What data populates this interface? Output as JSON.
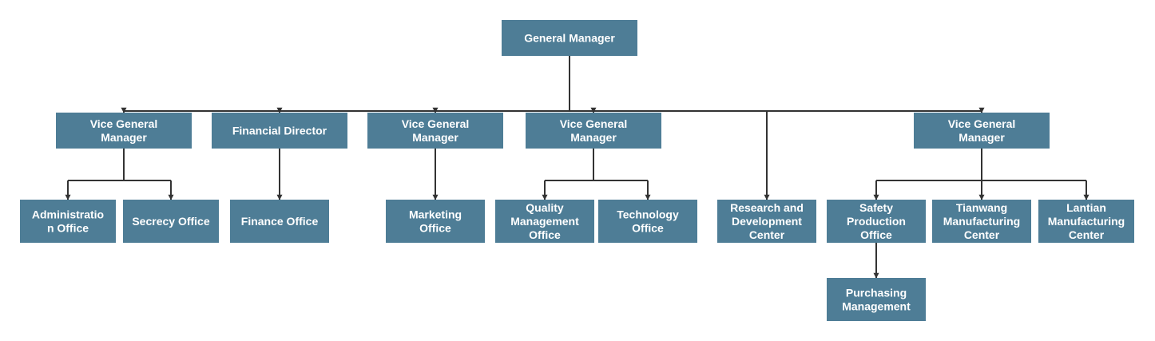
{
  "colors": {
    "node_fill": "#4e7d96",
    "node_text": "#ffffff",
    "connector": "#333333"
  },
  "chart_data": {
    "type": "org-chart",
    "nodes": [
      {
        "id": "gm",
        "lines": [
          "General Manager"
        ]
      },
      {
        "id": "vgm1",
        "lines": [
          "Vice General",
          "Manager"
        ]
      },
      {
        "id": "fd",
        "lines": [
          "Financial Director"
        ]
      },
      {
        "id": "vgm2",
        "lines": [
          "Vice General",
          "Manager"
        ]
      },
      {
        "id": "vgm3",
        "lines": [
          "Vice General",
          "Manager"
        ]
      },
      {
        "id": "rdc",
        "lines": [
          "Research and",
          "Development",
          "Center"
        ]
      },
      {
        "id": "vgm4",
        "lines": [
          "Vice General",
          "Manager"
        ]
      },
      {
        "id": "admin",
        "lines": [
          "Administratio",
          "n Office"
        ]
      },
      {
        "id": "secrecy",
        "lines": [
          "Secrecy Office"
        ]
      },
      {
        "id": "finance",
        "lines": [
          "Finance Office"
        ]
      },
      {
        "id": "marketing",
        "lines": [
          "Marketing",
          "Office"
        ]
      },
      {
        "id": "quality",
        "lines": [
          "Quality",
          "Management",
          "Office"
        ]
      },
      {
        "id": "tech",
        "lines": [
          "Technology",
          "Office"
        ]
      },
      {
        "id": "safety",
        "lines": [
          "Safety",
          "Production",
          "Office"
        ]
      },
      {
        "id": "tianwang",
        "lines": [
          "Tianwang",
          "Manufacturing",
          "Center"
        ]
      },
      {
        "id": "lantian",
        "lines": [
          "Lantian",
          "Manufacturing",
          "Center"
        ]
      },
      {
        "id": "purchasing",
        "lines": [
          "Purchasing",
          "Management"
        ]
      }
    ],
    "edges": [
      [
        "gm",
        "vgm1"
      ],
      [
        "gm",
        "fd"
      ],
      [
        "gm",
        "vgm2"
      ],
      [
        "gm",
        "vgm3"
      ],
      [
        "gm",
        "rdc"
      ],
      [
        "gm",
        "vgm4"
      ],
      [
        "vgm1",
        "admin"
      ],
      [
        "vgm1",
        "secrecy"
      ],
      [
        "fd",
        "finance"
      ],
      [
        "vgm2",
        "marketing"
      ],
      [
        "vgm3",
        "quality"
      ],
      [
        "vgm3",
        "tech"
      ],
      [
        "vgm4",
        "safety"
      ],
      [
        "vgm4",
        "tianwang"
      ],
      [
        "vgm4",
        "lantian"
      ],
      [
        "safety",
        "purchasing"
      ]
    ]
  }
}
